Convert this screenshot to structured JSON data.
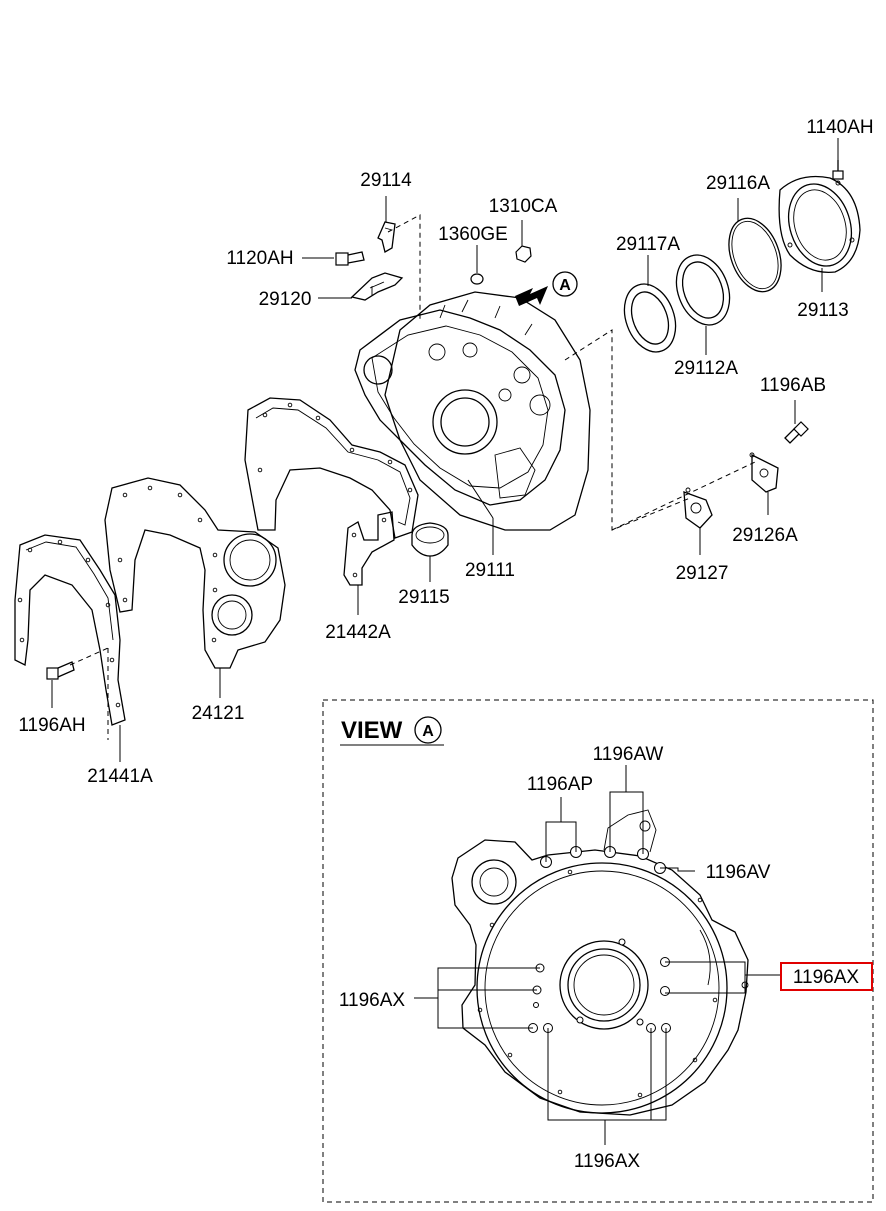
{
  "diagram": {
    "parts": {
      "p_1140AH": "1140AH",
      "p_29116A": "29116A",
      "p_29114": "29114",
      "p_1310CA": "1310CA",
      "p_1360GE": "1360GE",
      "p_29117A": "29117A",
      "p_1120AH": "1120AH",
      "p_29113": "29113",
      "p_29120": "29120",
      "p_29112A": "29112A",
      "p_1196AB": "1196AB",
      "p_29126A": "29126A",
      "p_29111": "29111",
      "p_29127": "29127",
      "p_29115": "29115",
      "p_21442A": "21442A",
      "p_24121": "24121",
      "p_1196AH": "1196AH",
      "p_21441A": "21441A"
    },
    "view_marker": "A",
    "view": {
      "title": "VIEW",
      "letter": "A",
      "labels": {
        "v_1196AW": "1196AW",
        "v_1196AP": "1196AP",
        "v_1196AV": "1196AV",
        "v_1196AX_left": "1196AX",
        "v_1196AX_right": "1196AX",
        "v_1196AX_bottom": "1196AX"
      },
      "highlighted_label": "v_1196AX_right",
      "highlight_color": "#e00000"
    }
  }
}
